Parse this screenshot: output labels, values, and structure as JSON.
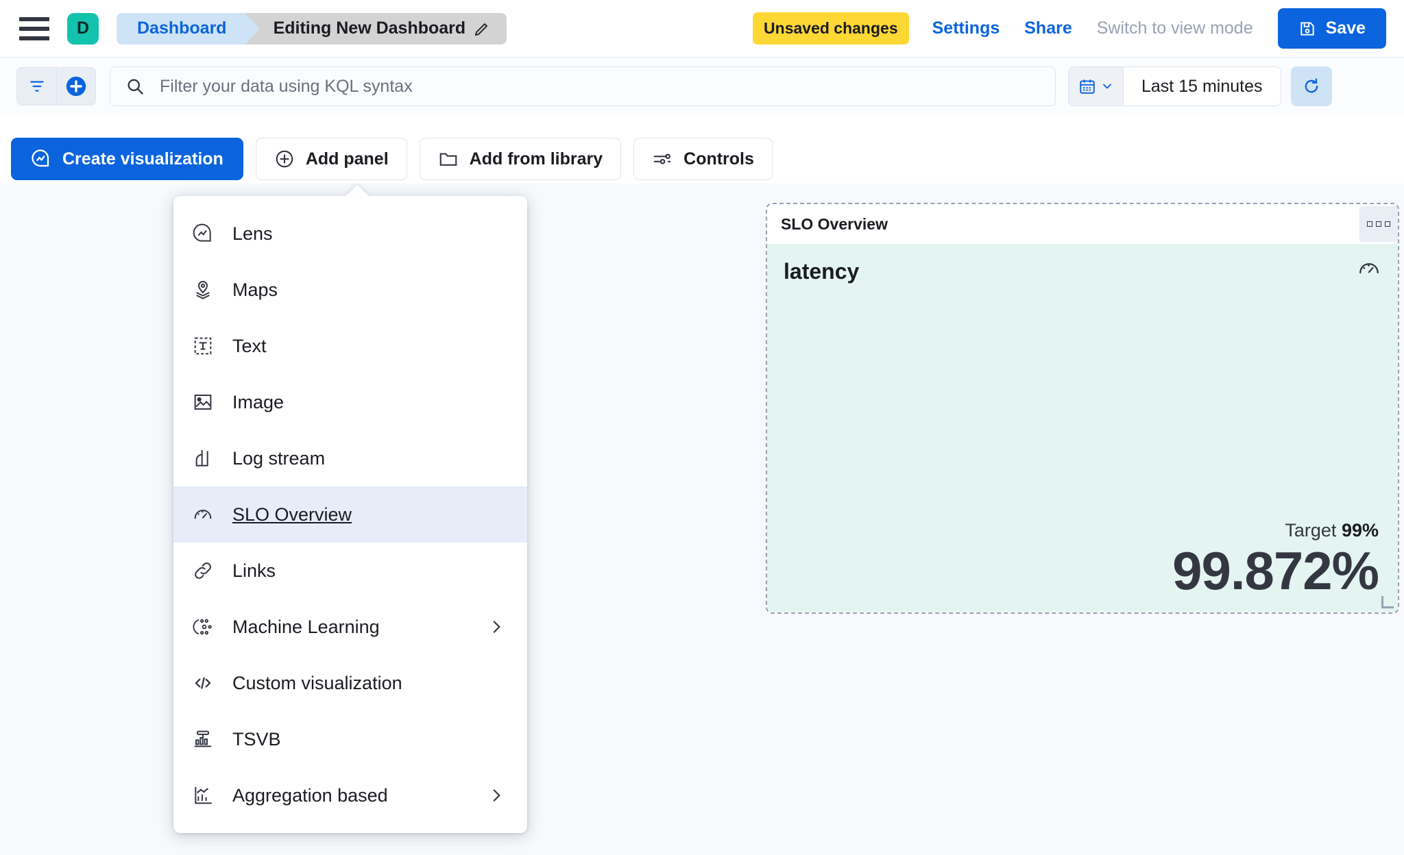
{
  "header": {
    "menu_icon": "hamburger-menu-icon",
    "space_initial": "D",
    "breadcrumb_root": "Dashboard",
    "breadcrumb_current": "Editing New Dashboard",
    "edit_icon": "pencil-icon",
    "unsaved_badge": "Unsaved changes",
    "settings_label": "Settings",
    "share_label": "Share",
    "view_mode_label": "Switch to view mode",
    "save_label": "Save",
    "save_icon": "save-disk-icon",
    "accent_color": "#0b64dd",
    "warning_color": "#fdd835",
    "space_color": "#14c3ad"
  },
  "querybar": {
    "filter_icon": "filter-icon",
    "add_filter_icon": "plus-circle-icon",
    "search_icon": "search-icon",
    "placeholder": "Filter your data using KQL syntax",
    "value": "",
    "calendar_icon": "calendar-icon",
    "chevron_icon": "chevron-down-icon",
    "time_range": "Last 15 minutes",
    "refresh_icon": "refresh-icon"
  },
  "toolbar": {
    "create_visualization": "Create visualization",
    "create_visualization_icon": "lens-icon",
    "add_panel": "Add panel",
    "add_panel_icon": "plus-circle-icon",
    "add_from_library": "Add from library",
    "add_from_library_icon": "folder-icon",
    "controls": "Controls",
    "controls_icon": "sliders-icon"
  },
  "add_panel_menu": {
    "open": true,
    "selected": "SLO Overview",
    "items": [
      {
        "label": "Lens",
        "icon": "lens-icon",
        "submenu": false,
        "selected": false
      },
      {
        "label": "Maps",
        "icon": "map-marker-icon",
        "submenu": false,
        "selected": false
      },
      {
        "label": "Text",
        "icon": "text-box-icon",
        "submenu": false,
        "selected": false
      },
      {
        "label": "Image",
        "icon": "image-icon",
        "submenu": false,
        "selected": false
      },
      {
        "label": "Log stream",
        "icon": "log-stream-icon",
        "submenu": false,
        "selected": false
      },
      {
        "label": "SLO Overview",
        "icon": "gauge-icon",
        "submenu": false,
        "selected": true
      },
      {
        "label": "Links",
        "icon": "link-icon",
        "submenu": false,
        "selected": false
      },
      {
        "label": "Machine Learning",
        "icon": "ml-nodes-icon",
        "submenu": true,
        "selected": false
      },
      {
        "label": "Custom visualization",
        "icon": "code-icon",
        "submenu": false,
        "selected": false
      },
      {
        "label": "TSVB",
        "icon": "tsvb-icon",
        "submenu": false,
        "selected": false
      },
      {
        "label": "Aggregation based",
        "icon": "agg-chart-icon",
        "submenu": true,
        "selected": false
      }
    ]
  },
  "slo_panel": {
    "panel_title": "SLO Overview",
    "context_menu_icon": "panel-options-icon",
    "slo_name": "latency",
    "gauge_icon": "gauge-icon",
    "target_label": "Target",
    "target_value": "99%",
    "sli_value": "99.872%",
    "background_color": "#e4f4f1",
    "resize_handle_icon": "resize-handle-icon"
  }
}
